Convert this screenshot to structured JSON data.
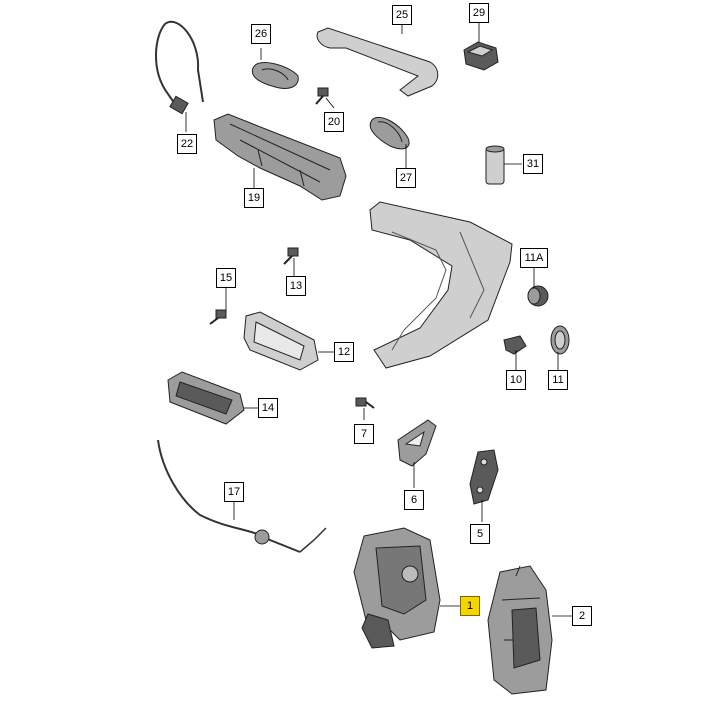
{
  "callouts": [
    {
      "id": "c22",
      "label": "22"
    },
    {
      "id": "c26",
      "label": "26"
    },
    {
      "id": "c25",
      "label": "25"
    },
    {
      "id": "c29",
      "label": "29"
    },
    {
      "id": "c20",
      "label": "20"
    },
    {
      "id": "c27",
      "label": "27"
    },
    {
      "id": "c31",
      "label": "31"
    },
    {
      "id": "c19",
      "label": "19"
    },
    {
      "id": "c11a",
      "label": "11A"
    },
    {
      "id": "c15",
      "label": "15"
    },
    {
      "id": "c13",
      "label": "13"
    },
    {
      "id": "c12",
      "label": "12"
    },
    {
      "id": "c10",
      "label": "10"
    },
    {
      "id": "c11",
      "label": "11"
    },
    {
      "id": "c14",
      "label": "14"
    },
    {
      "id": "c7",
      "label": "7"
    },
    {
      "id": "c6",
      "label": "6"
    },
    {
      "id": "c17",
      "label": "17"
    },
    {
      "id": "c5",
      "label": "5"
    },
    {
      "id": "c1",
      "label": "1"
    },
    {
      "id": "c2",
      "label": "2"
    }
  ],
  "highlight": {
    "label": "1",
    "color": "#f5d400"
  }
}
